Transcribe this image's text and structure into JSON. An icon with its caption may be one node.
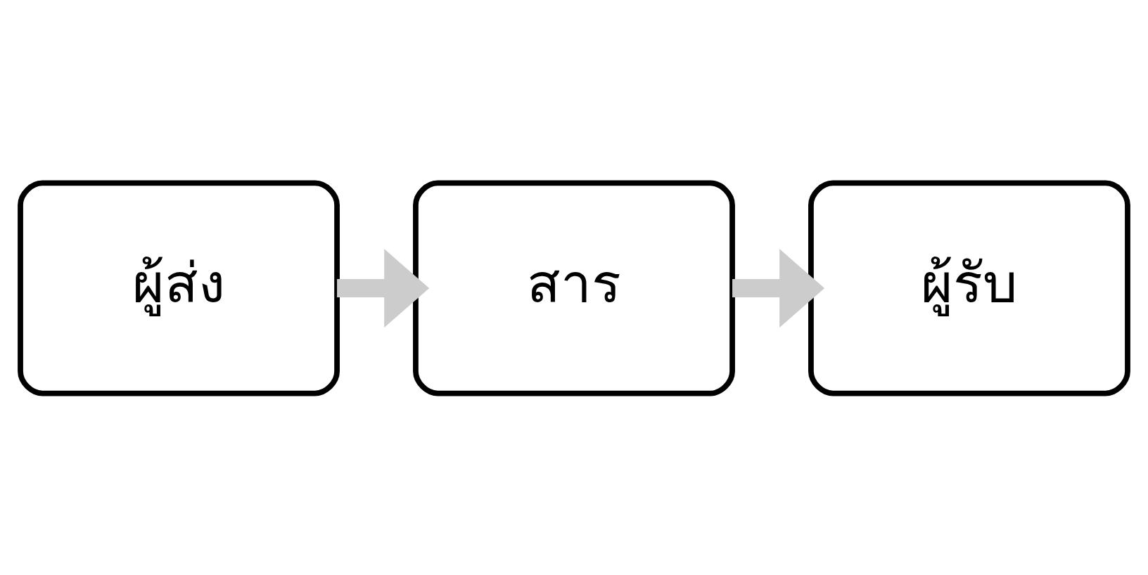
{
  "diagram": {
    "nodes": [
      {
        "text": [
          "ผู้ส่ง"
        ]
      },
      {
        "text": [
          "สาร"
        ]
      },
      {
        "text": [
          "ผู้รับ"
        ]
      }
    ],
    "edges": [
      {
        "from": 0,
        "to": 1,
        "arrow": "to",
        "color": "#cccccc"
      },
      {
        "from": 1,
        "to": 2,
        "arrow": "to",
        "color": "#cccccc"
      }
    ]
  }
}
